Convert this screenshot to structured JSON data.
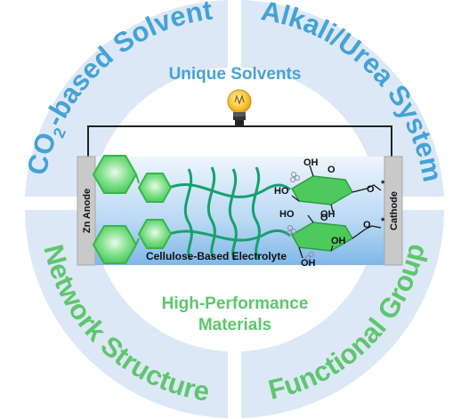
{
  "colors": {
    "ring": "#dde8f6",
    "blue_text": "#44a2d6",
    "green_text": "#5ec66d",
    "chain": "#17a06e",
    "hexagon": "#5bd36c",
    "glucose": "#4ec95c",
    "electrode": "#c9c9c9",
    "electrolyte_top": "#e9f2fb",
    "electrolyte_bottom": "#7eb6e8"
  },
  "ring": {
    "top_left": {
      "prefix": "CO",
      "subscript": "2",
      "rest": "-based Solvent"
    },
    "top_right": "Alkali/Urea System",
    "bottom_left": "Network Structure",
    "bottom_right": "Functional Group"
  },
  "center": {
    "top_title": "Unique Solvents",
    "bottom_title_line1": "High-Performance",
    "bottom_title_line2": "Materials"
  },
  "battery": {
    "anode": "Zn Anode",
    "cathode": "Cathode",
    "electrolyte": "Cellulose-Based Electrolyte",
    "bulb_icon": "light-bulb-icon"
  },
  "molecule": {
    "oh": "OH",
    "ho": "HO",
    "o": "O",
    "star": "*"
  }
}
